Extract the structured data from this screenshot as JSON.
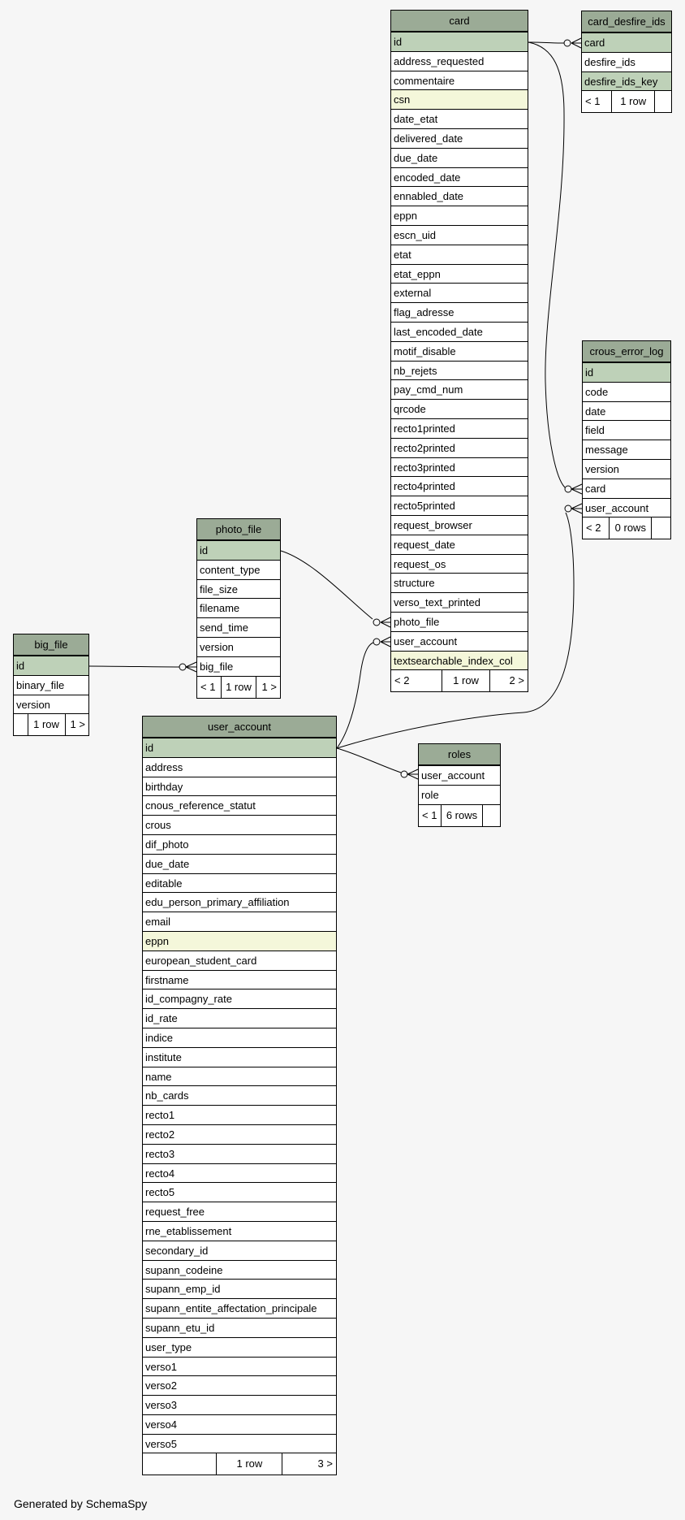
{
  "page": {
    "generated_by": "Generated by SchemaSpy"
  },
  "colors": {
    "page_bg": "#f6f6f6",
    "table_header_bg": "#9bab96",
    "primary_key_bg": "#bed1b8",
    "indexed_column_bg": "#f4f7da",
    "row_bg": "#ffffff",
    "border": "#000000"
  },
  "tables": [
    {
      "id": "card",
      "title": "card",
      "columns": [
        {
          "name": "id",
          "highlight": "pk"
        },
        {
          "name": "address_requested",
          "highlight": "none"
        },
        {
          "name": "commentaire",
          "highlight": "none"
        },
        {
          "name": "csn",
          "highlight": "indexed"
        },
        {
          "name": "date_etat",
          "highlight": "none"
        },
        {
          "name": "delivered_date",
          "highlight": "none"
        },
        {
          "name": "due_date",
          "highlight": "none"
        },
        {
          "name": "encoded_date",
          "highlight": "none"
        },
        {
          "name": "ennabled_date",
          "highlight": "none"
        },
        {
          "name": "eppn",
          "highlight": "none"
        },
        {
          "name": "escn_uid",
          "highlight": "none"
        },
        {
          "name": "etat",
          "highlight": "none"
        },
        {
          "name": "etat_eppn",
          "highlight": "none"
        },
        {
          "name": "external",
          "highlight": "none"
        },
        {
          "name": "flag_adresse",
          "highlight": "none"
        },
        {
          "name": "last_encoded_date",
          "highlight": "none"
        },
        {
          "name": "motif_disable",
          "highlight": "none"
        },
        {
          "name": "nb_rejets",
          "highlight": "none"
        },
        {
          "name": "pay_cmd_num",
          "highlight": "none"
        },
        {
          "name": "qrcode",
          "highlight": "none"
        },
        {
          "name": "recto1printed",
          "highlight": "none"
        },
        {
          "name": "recto2printed",
          "highlight": "none"
        },
        {
          "name": "recto3printed",
          "highlight": "none"
        },
        {
          "name": "recto4printed",
          "highlight": "none"
        },
        {
          "name": "recto5printed",
          "highlight": "none"
        },
        {
          "name": "request_browser",
          "highlight": "none"
        },
        {
          "name": "request_date",
          "highlight": "none"
        },
        {
          "name": "request_os",
          "highlight": "none"
        },
        {
          "name": "structure",
          "highlight": "none"
        },
        {
          "name": "verso_text_printed",
          "highlight": "none"
        },
        {
          "name": "photo_file",
          "highlight": "none"
        },
        {
          "name": "user_account",
          "highlight": "none"
        },
        {
          "name": "textsearchable_index_col",
          "highlight": "indexed"
        }
      ],
      "footer": {
        "left": "< 2",
        "center": "1 row",
        "right": "2 >"
      }
    },
    {
      "id": "card_desfire_ids",
      "title": "card_desfire_ids",
      "columns": [
        {
          "name": "card",
          "highlight": "pk"
        },
        {
          "name": "desfire_ids",
          "highlight": "none"
        },
        {
          "name": "desfire_ids_key",
          "highlight": "pk"
        }
      ],
      "footer": {
        "left": "< 1",
        "center": "1 row",
        "right": ""
      }
    },
    {
      "id": "crous_error_log",
      "title": "crous_error_log",
      "columns": [
        {
          "name": "id",
          "highlight": "pk"
        },
        {
          "name": "code",
          "highlight": "none"
        },
        {
          "name": "date",
          "highlight": "none"
        },
        {
          "name": "field",
          "highlight": "none"
        },
        {
          "name": "message",
          "highlight": "none"
        },
        {
          "name": "version",
          "highlight": "none"
        },
        {
          "name": "card",
          "highlight": "none"
        },
        {
          "name": "user_account",
          "highlight": "none"
        }
      ],
      "footer": {
        "left": "< 2",
        "center": "0 rows",
        "right": ""
      }
    },
    {
      "id": "photo_file",
      "title": "photo_file",
      "columns": [
        {
          "name": "id",
          "highlight": "pk"
        },
        {
          "name": "content_type",
          "highlight": "none"
        },
        {
          "name": "file_size",
          "highlight": "none"
        },
        {
          "name": "filename",
          "highlight": "none"
        },
        {
          "name": "send_time",
          "highlight": "none"
        },
        {
          "name": "version",
          "highlight": "none"
        },
        {
          "name": "big_file",
          "highlight": "none"
        }
      ],
      "footer": {
        "left": "< 1",
        "center": "1 row",
        "right": "1 >"
      }
    },
    {
      "id": "big_file",
      "title": "big_file",
      "columns": [
        {
          "name": "id",
          "highlight": "pk"
        },
        {
          "name": "binary_file",
          "highlight": "none"
        },
        {
          "name": "version",
          "highlight": "none"
        }
      ],
      "footer": {
        "left": "",
        "center": "1 row",
        "right": "1 >"
      }
    },
    {
      "id": "user_account",
      "title": "user_account",
      "columns": [
        {
          "name": "id",
          "highlight": "pk"
        },
        {
          "name": "address",
          "highlight": "none"
        },
        {
          "name": "birthday",
          "highlight": "none"
        },
        {
          "name": "cnous_reference_statut",
          "highlight": "none"
        },
        {
          "name": "crous",
          "highlight": "none"
        },
        {
          "name": "dif_photo",
          "highlight": "none"
        },
        {
          "name": "due_date",
          "highlight": "none"
        },
        {
          "name": "editable",
          "highlight": "none"
        },
        {
          "name": "edu_person_primary_affiliation",
          "highlight": "none"
        },
        {
          "name": "email",
          "highlight": "none"
        },
        {
          "name": "eppn",
          "highlight": "indexed"
        },
        {
          "name": "european_student_card",
          "highlight": "none"
        },
        {
          "name": "firstname",
          "highlight": "none"
        },
        {
          "name": "id_compagny_rate",
          "highlight": "none"
        },
        {
          "name": "id_rate",
          "highlight": "none"
        },
        {
          "name": "indice",
          "highlight": "none"
        },
        {
          "name": "institute",
          "highlight": "none"
        },
        {
          "name": "name",
          "highlight": "none"
        },
        {
          "name": "nb_cards",
          "highlight": "none"
        },
        {
          "name": "recto1",
          "highlight": "none"
        },
        {
          "name": "recto2",
          "highlight": "none"
        },
        {
          "name": "recto3",
          "highlight": "none"
        },
        {
          "name": "recto4",
          "highlight": "none"
        },
        {
          "name": "recto5",
          "highlight": "none"
        },
        {
          "name": "request_free",
          "highlight": "none"
        },
        {
          "name": "rne_etablissement",
          "highlight": "none"
        },
        {
          "name": "secondary_id",
          "highlight": "none"
        },
        {
          "name": "supann_codeine",
          "highlight": "none"
        },
        {
          "name": "supann_emp_id",
          "highlight": "none"
        },
        {
          "name": "supann_entite_affectation_principale",
          "highlight": "none"
        },
        {
          "name": "supann_etu_id",
          "highlight": "none"
        },
        {
          "name": "user_type",
          "highlight": "none"
        },
        {
          "name": "verso1",
          "highlight": "none"
        },
        {
          "name": "verso2",
          "highlight": "none"
        },
        {
          "name": "verso3",
          "highlight": "none"
        },
        {
          "name": "verso4",
          "highlight": "none"
        },
        {
          "name": "verso5",
          "highlight": "none"
        }
      ],
      "footer": {
        "left": "",
        "center": "1 row",
        "right": "3 >"
      }
    },
    {
      "id": "roles",
      "title": "roles",
      "columns": [
        {
          "name": "user_account",
          "highlight": "none"
        },
        {
          "name": "role",
          "highlight": "none"
        }
      ],
      "footer": {
        "left": "< 1",
        "center": "6 rows",
        "right": ""
      }
    }
  ],
  "relationships": [
    {
      "from": "card.id",
      "to": "card_desfire_ids.card"
    },
    {
      "from": "card.id",
      "to": "crous_error_log.card"
    },
    {
      "from": "photo_file.id",
      "to": "card.photo_file"
    },
    {
      "from": "user_account.id",
      "to": "card.user_account"
    },
    {
      "from": "user_account.id",
      "to": "roles.user_account"
    },
    {
      "from": "user_account.id",
      "to": "crous_error_log.user_account"
    },
    {
      "from": "big_file.id",
      "to": "photo_file.big_file"
    }
  ]
}
